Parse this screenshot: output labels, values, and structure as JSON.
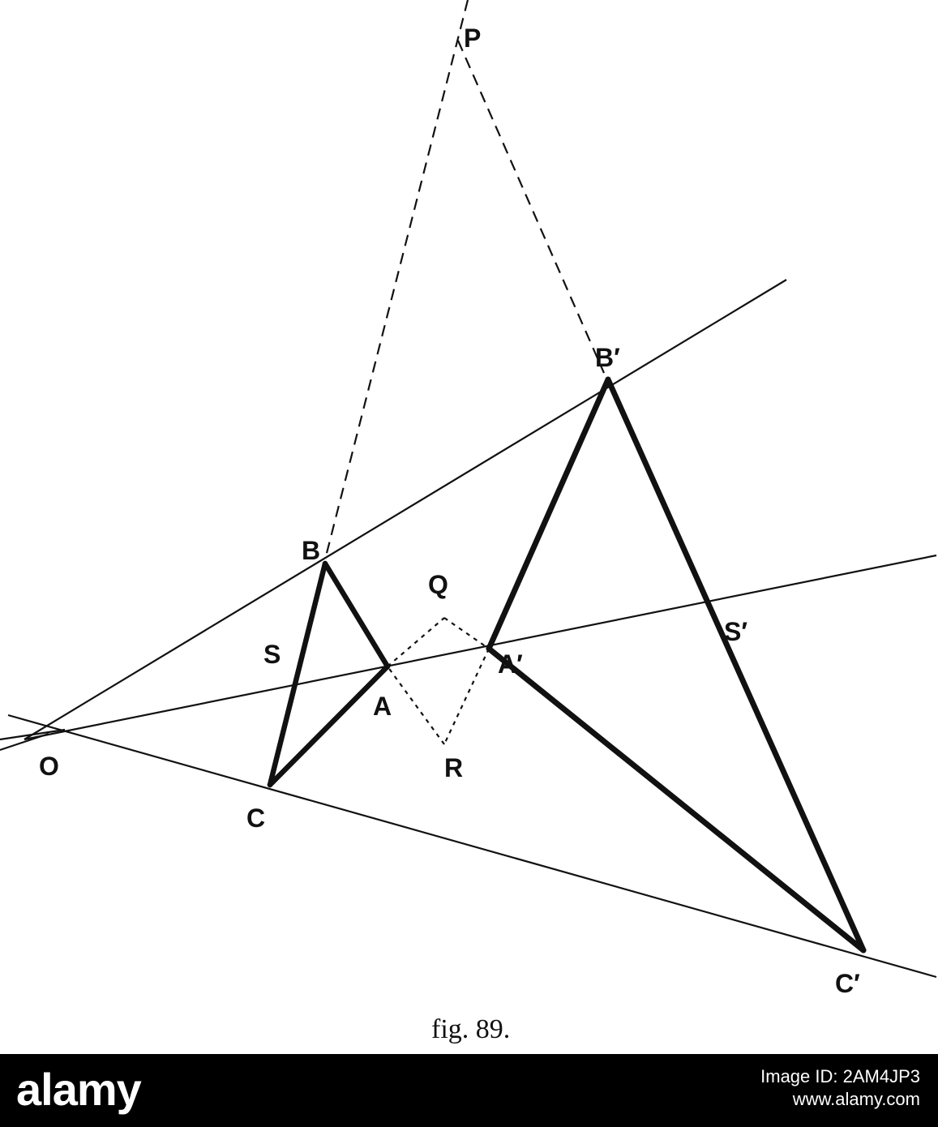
{
  "figure": {
    "caption": "fig. 89.",
    "labels": {
      "P": "P",
      "Q": "Q",
      "R": "R",
      "O": "O",
      "A": "A",
      "B": "B",
      "C": "C",
      "A_prime": "A′",
      "B_prime": "B′",
      "C_prime": "C′",
      "S": "S",
      "S_prime": "S′"
    }
  },
  "watermark": {
    "logo": "alamy",
    "image_id": "Image ID: 2AM4JP3",
    "site": "www.alamy.com"
  }
}
